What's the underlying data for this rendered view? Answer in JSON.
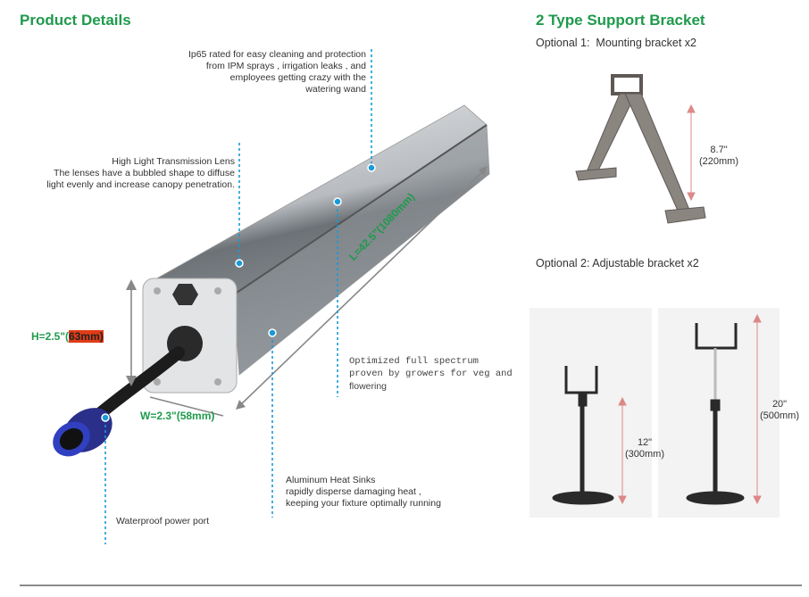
{
  "left": {
    "title": "Product Details",
    "callouts": {
      "ip65": [
        "Ip65 rated for easy cleaning and protection",
        "from IPM sprays , irrigation leaks , and",
        "employees getting crazy with the",
        "watering wand"
      ],
      "lens": [
        "High Light Transmission Lens",
        "The lenses have a bubbled shape to diffuse",
        "light evenly and increase canopy penetration."
      ],
      "spectrum": [
        "Optimized full spectrum",
        "proven by growers for veg and",
        "flowering"
      ],
      "heatsink": [
        "Aluminum Heat Sinks",
        "rapidly disperse damaging heat ,",
        "keeping your fixture optimally running"
      ],
      "port": "Waterproof power port"
    },
    "dimensions": {
      "height_prefix": "H=2.5\"(",
      "height_highlight": "63mm)",
      "width": "W=2.3\"(58mm)",
      "length": "L=42.5\"(1080mm)"
    }
  },
  "right": {
    "title": "2 Type Support Bracket",
    "option1": {
      "label": "Optional 1:  Mounting bracket x2",
      "size_in": "8.7\"",
      "size_mm": "(220mm)"
    },
    "option2": {
      "label": "Optional 2: Adjustable bracket x2",
      "short_in": "12\"",
      "short_mm": "(300mm)",
      "tall_in": "20\"",
      "tall_mm": "(500mm)"
    }
  },
  "colors": {
    "accent": "#1f9a4c",
    "callout_line": "#1a9ad6",
    "highlight": "#e03c16"
  }
}
